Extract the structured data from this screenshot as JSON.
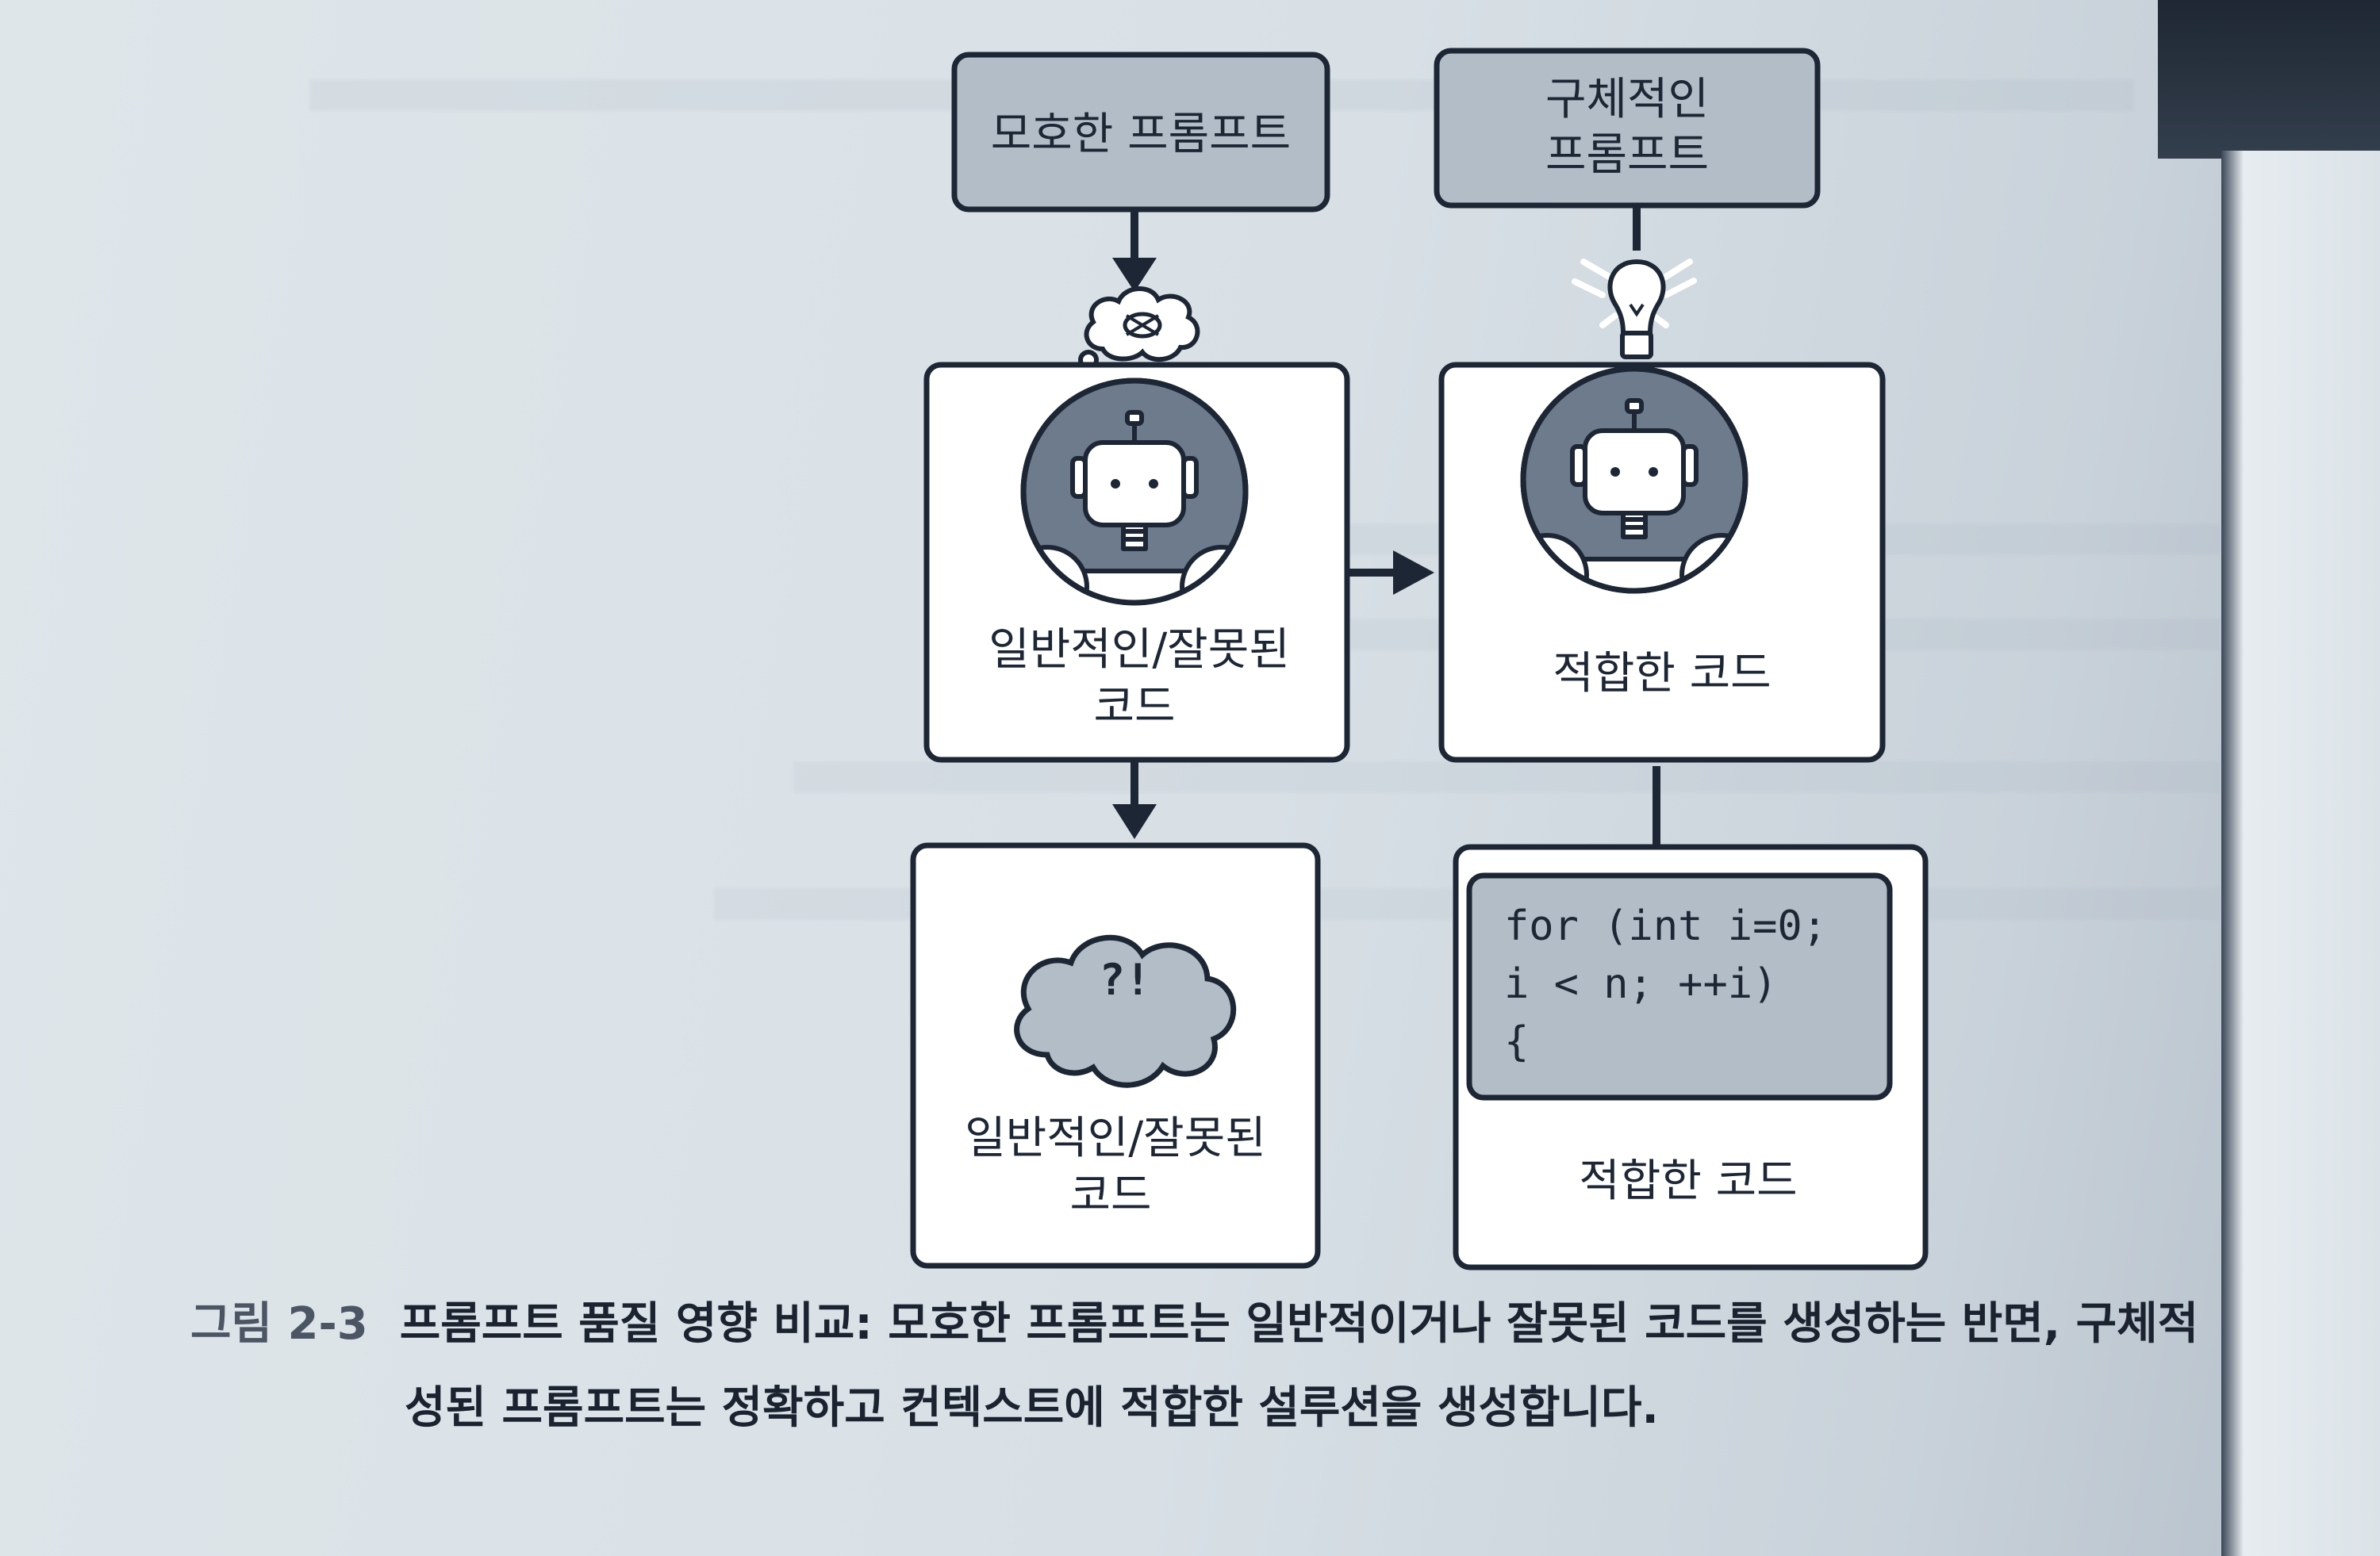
{
  "diagram": {
    "vague_prompt": "모호한 프롬프트",
    "specific_prompt_line1": "구체적인",
    "specific_prompt_line2": "프롬프트",
    "generic_code_line1": "일반적인/잘못된",
    "generic_code_line2": "코드",
    "appropriate_code": "적합한 코드",
    "confused_symbol": "?!",
    "result_generic_line1": "일반적인/잘못된",
    "result_generic_line2": "코드",
    "code_snippet": [
      "for (int i=0;",
      "i < n; ++i)",
      "{"
    ],
    "result_appropriate": "적합한 코드"
  },
  "caption": {
    "label": "그림 2-3",
    "line1": "프롬프트 품질 영향 비교: 모호한 프롬프트는 일반적이거나 잘못된 코드를 생성하는 반면, 구체적",
    "line2": "성된 프롬프트는 정확하고 컨텍스트에 적합한 설루션을 생성합니다."
  },
  "colors": {
    "box_fill": "#ffffff",
    "prompt_fill": "#b3bdc7",
    "robot_bg": "#6e7b8d",
    "stroke": "#1d2634"
  }
}
